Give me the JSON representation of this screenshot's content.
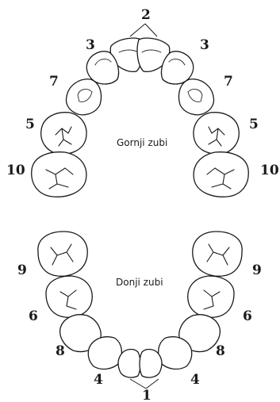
{
  "labels": {
    "upper_jaw": "Gornji zubi",
    "lower_jaw": "Donji zubi"
  },
  "upper": {
    "center_number": "2",
    "left": [
      "3",
      "7",
      "5",
      "10"
    ],
    "right": [
      "3",
      "7",
      "5",
      "10"
    ]
  },
  "lower": {
    "center_number": "1",
    "left": [
      "9",
      "6",
      "8",
      "4"
    ],
    "right": [
      "9",
      "6",
      "8",
      "4"
    ]
  }
}
